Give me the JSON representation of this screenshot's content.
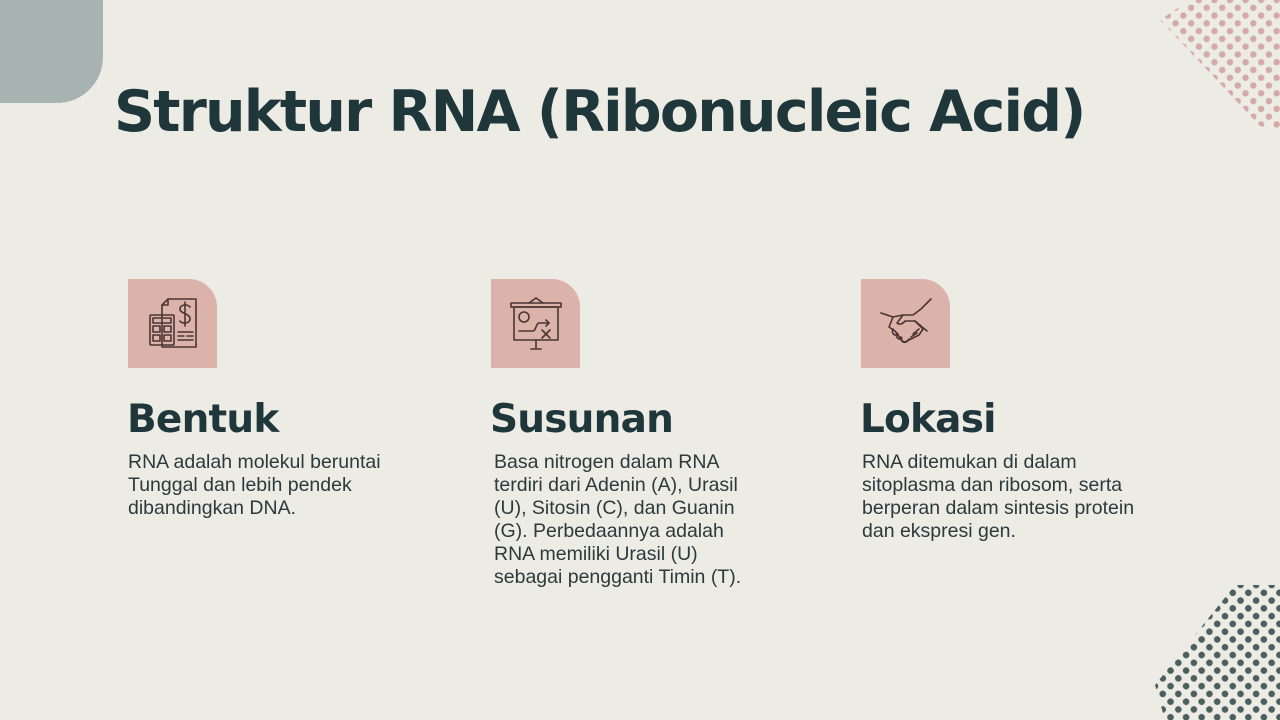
{
  "slide": {
    "title": "Struktur RNA (Ribonucleic Acid)",
    "colors": {
      "background": "#ecebe4",
      "corner_shape": "#a8b2b1",
      "heading": "#1f363b",
      "body_text": "#2d3a3d",
      "icon_box": "#dcb3aa",
      "icon_stroke": "#4a3532",
      "dots_top_right": "#d4aaa6",
      "dots_bottom_right": "#4b5e60"
    },
    "cards": [
      {
        "icon": "calculator-invoice-icon",
        "heading": "Bentuk",
        "body": "RNA adalah molekul beruntai Tunggal dan lebih pendek dibandingkan DNA."
      },
      {
        "icon": "presentation-strategy-icon",
        "heading": "Susunan",
        "body": "Basa nitrogen dalam RNA terdiri dari Adenin (A), Urasil (U), Sitosin (C), dan Guanin (G). Perbedaannya adalah RNA memiliki Urasil (U) sebagai pengganti Timin (T)."
      },
      {
        "icon": "handshake-icon",
        "heading": "Lokasi",
        "body": "RNA ditemukan di dalam sitoplasma dan ribosom, serta berperan dalam sintesis protein dan ekspresi gen."
      }
    ]
  }
}
